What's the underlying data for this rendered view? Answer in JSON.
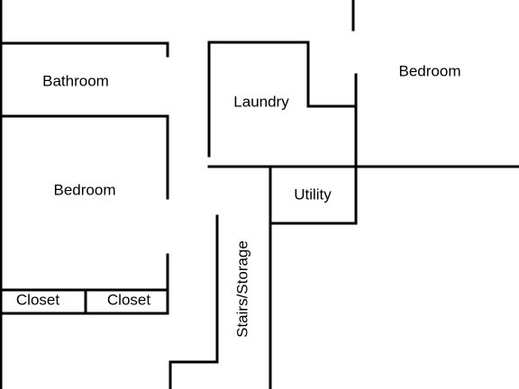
{
  "floorplan": {
    "rooms": {
      "bathroom": "Bathroom",
      "bedroom_left": "Bedroom",
      "bedroom_right": "Bedroom",
      "laundry": "Laundry",
      "utility": "Utility",
      "stairs": "Stairs/Storage",
      "closet_1": "Closet",
      "closet_2": "Closet"
    },
    "colors": {
      "wall": "#000000",
      "background": "#ffffff"
    }
  }
}
